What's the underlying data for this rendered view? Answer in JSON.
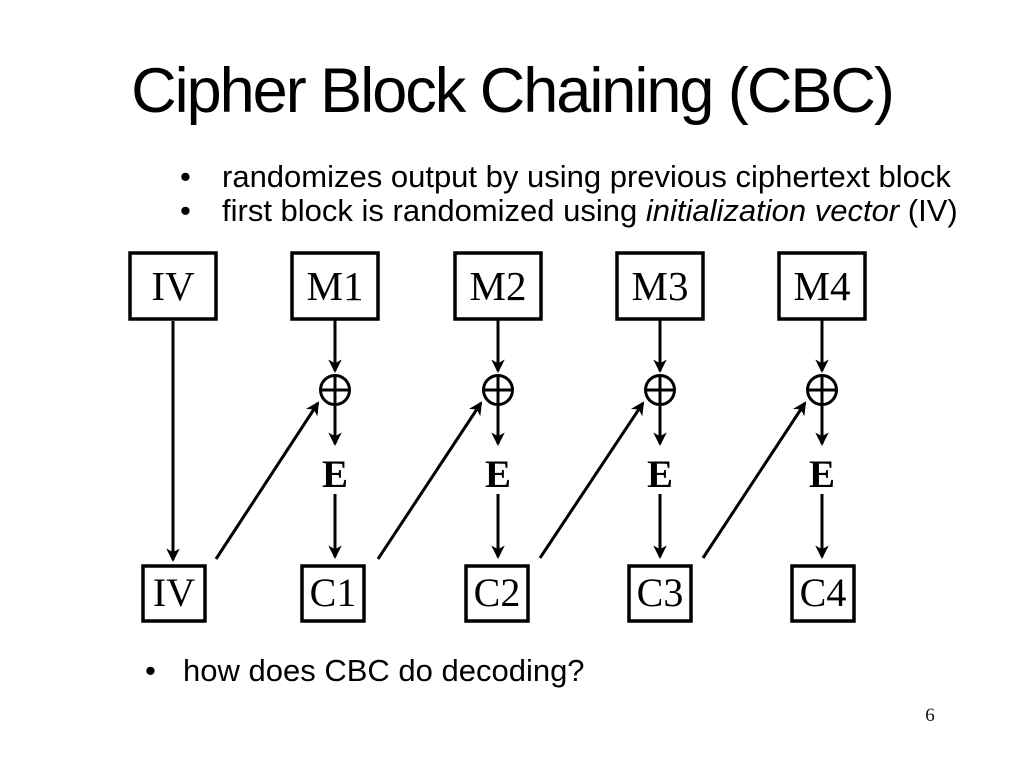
{
  "slide": {
    "title": "Cipher Block Chaining (CBC)",
    "page_number": "6",
    "bullet_glyph": "•",
    "colors": {
      "ink": "#000000",
      "background": "#ffffff"
    }
  },
  "bullets": [
    {
      "text": "randomizes output by using previous ciphertext block"
    },
    {
      "pre": "first block is randomized using ",
      "italic": "initialization vector",
      "post": " (IV)"
    }
  ],
  "footer_bullet": {
    "text": "how does CBC do decoding?"
  },
  "diagram": {
    "top_row": [
      "IV",
      "M1",
      "M2",
      "M3",
      "M4"
    ],
    "bottom_row": [
      "IV",
      "C1",
      "C2",
      "C3",
      "C4"
    ],
    "encrypt_label": "E",
    "xor_icon": "circle-plus",
    "arrow_icon": "thin-v-arrowhead"
  }
}
